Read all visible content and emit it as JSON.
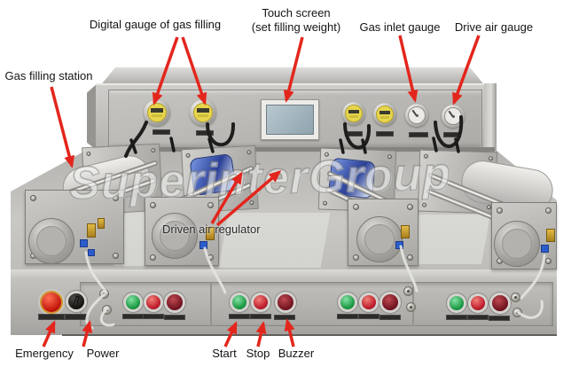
{
  "labels": {
    "digital_gauge": "Digital gauge of gas filling",
    "touch_screen": "Touch screen",
    "touch_screen_sub": "(set filling weight)",
    "gas_inlet_gauge": "Gas inlet gauge",
    "drive_air_gauge": "Drive air gauge",
    "gas_filling_station": "Gas filling station",
    "air_regulator": "Driven air regulator",
    "emergency": "Emergency",
    "power": "Power",
    "start": "Start",
    "stop": "Stop",
    "buzzer": "Buzzer"
  },
  "watermark": "SuperinterGroup",
  "colors": {
    "annotation_red": "#e3261d",
    "machine_metal": "#c0bfbb",
    "gauge_yellow": "#e7d54d",
    "screen_blue": "#a4b8c2",
    "button_green": "#1f9c47",
    "button_red": "#c01f2e",
    "buzzer_lens": "#771623",
    "emergency_red": "#c3170b",
    "pneumatic_blue": "#2b5ccb"
  }
}
